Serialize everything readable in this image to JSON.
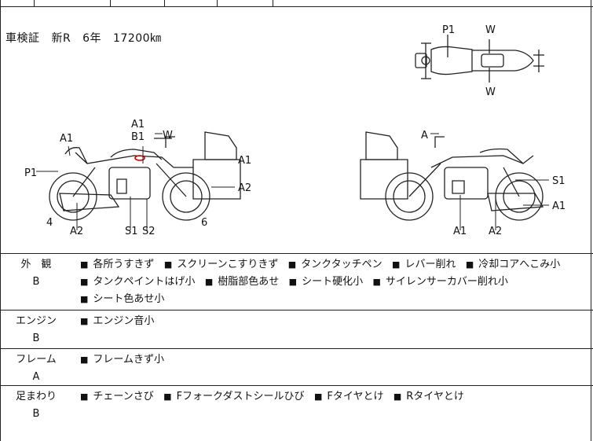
{
  "registration": {
    "label": "車検証",
    "status": "新R",
    "year": "6年",
    "mileage": "17200㎞"
  },
  "diagram": {
    "top_view_labels": [
      "P1",
      "W",
      "W"
    ],
    "left_side_labels": [
      "A1",
      "A1",
      "B1",
      "W",
      "P1",
      "A1",
      "A2",
      "4",
      "A2",
      "S1",
      "S2",
      "6"
    ],
    "right_side_labels": [
      "A",
      "S1",
      "A1",
      "A1",
      "A2"
    ]
  },
  "inspections": [
    {
      "section": "外　観",
      "grade": "B",
      "items": [
        "各所うすきず",
        "スクリーンこすりきず",
        "タンクタッチペン",
        "レバー削れ",
        "冷却コアへこみ小",
        "タンクペイントはげ小",
        "樹脂部色あせ",
        "シート硬化小",
        "サイレンサーカバー削れ小",
        "シート色あせ小"
      ]
    },
    {
      "section": "エンジン",
      "grade": "B",
      "items": [
        "エンジン音小"
      ]
    },
    {
      "section": "フレーム",
      "grade": "A",
      "items": [
        "フレームきず小"
      ]
    },
    {
      "section": "足まわり",
      "grade": "B",
      "items": [
        "チェーンさび",
        "Fフォークダストシールひび",
        "Fタイヤとけ",
        "Rタイヤとけ"
      ]
    }
  ],
  "bullet_symbol": "■",
  "colors": {
    "line": "#222222",
    "mark": "#cc0000"
  }
}
